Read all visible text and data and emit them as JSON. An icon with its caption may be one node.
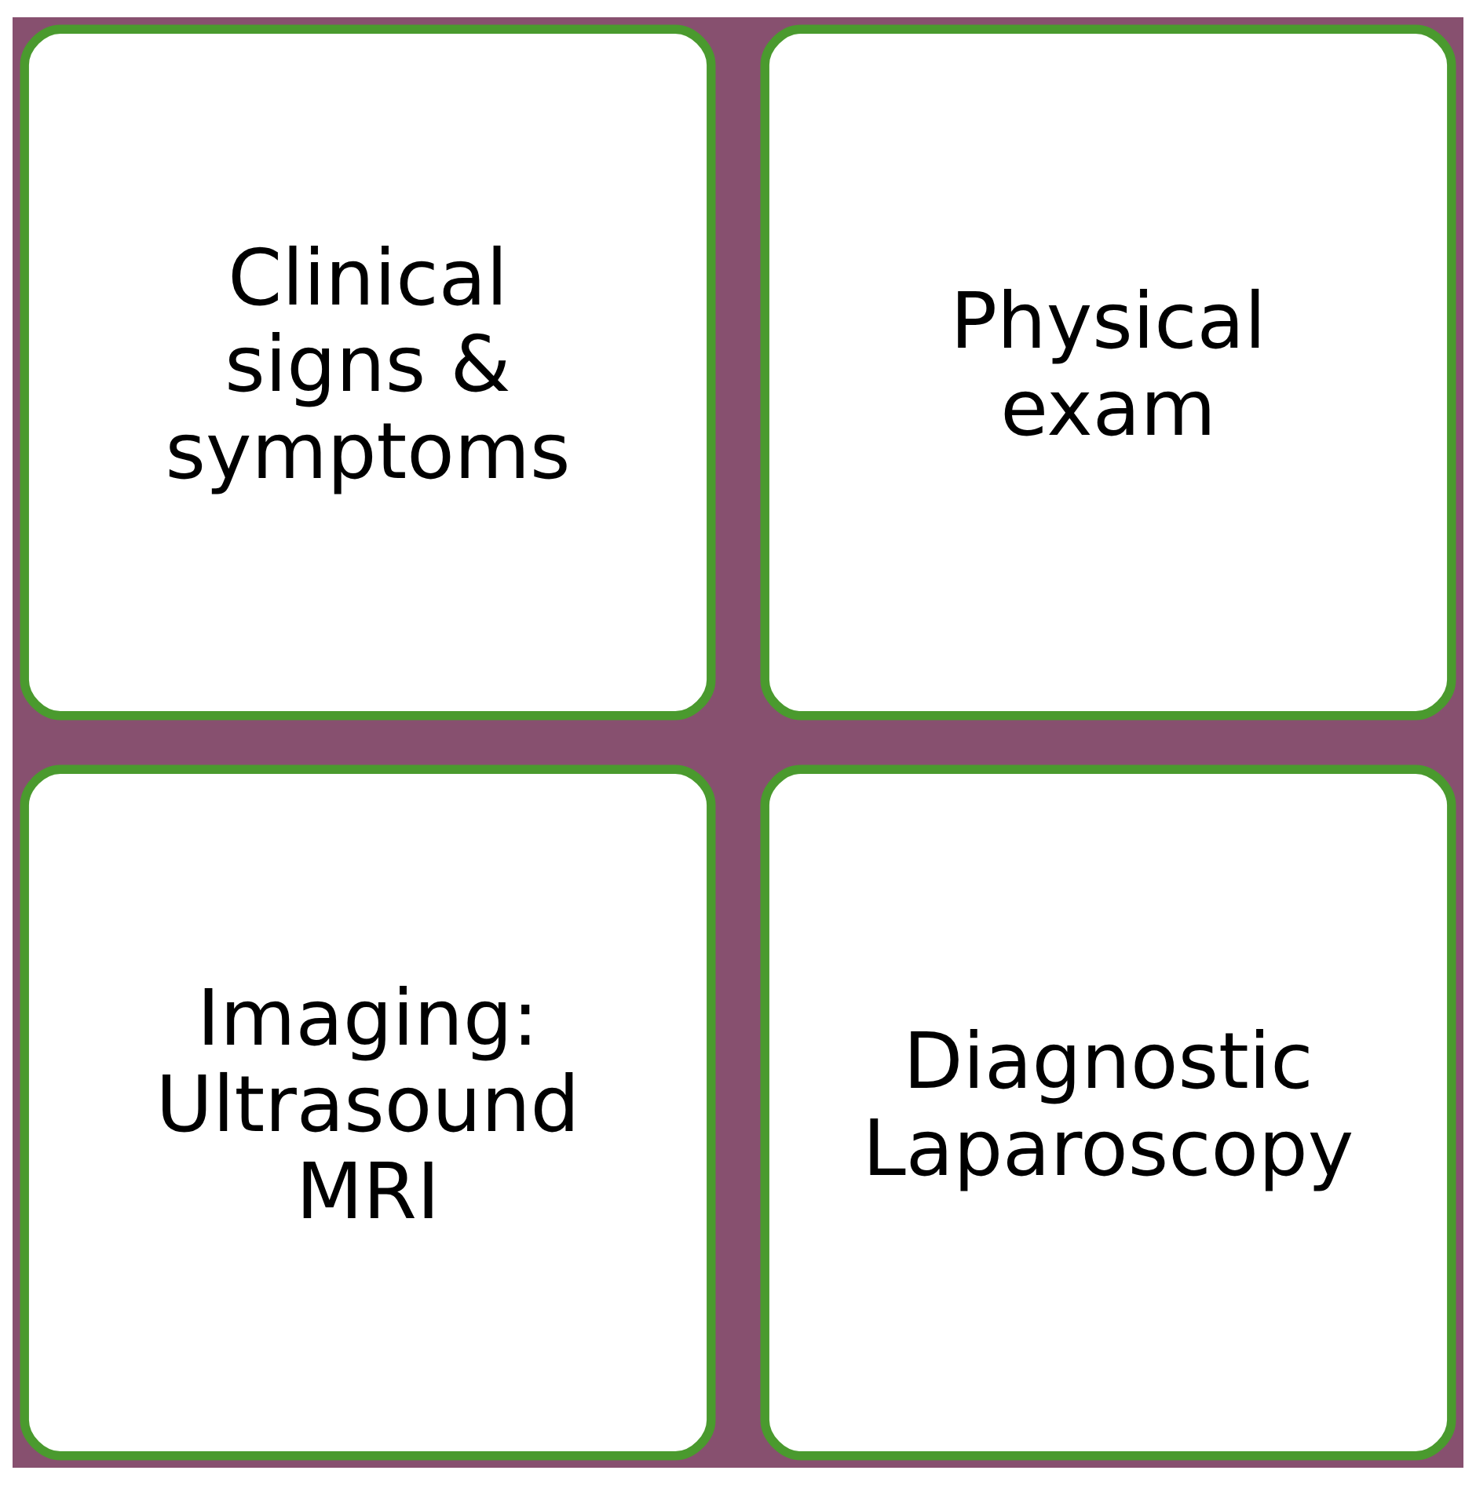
{
  "diagram": {
    "nodes": [
      {
        "text": [
          "Clinical signs & symptoms"
        ]
      },
      {
        "text": [
          "Physical exam"
        ]
      },
      {
        "text": [
          "Imaging: Ultrasound MRI"
        ]
      },
      {
        "text": [
          "Diagnostic Laparoscopy"
        ]
      }
    ]
  }
}
